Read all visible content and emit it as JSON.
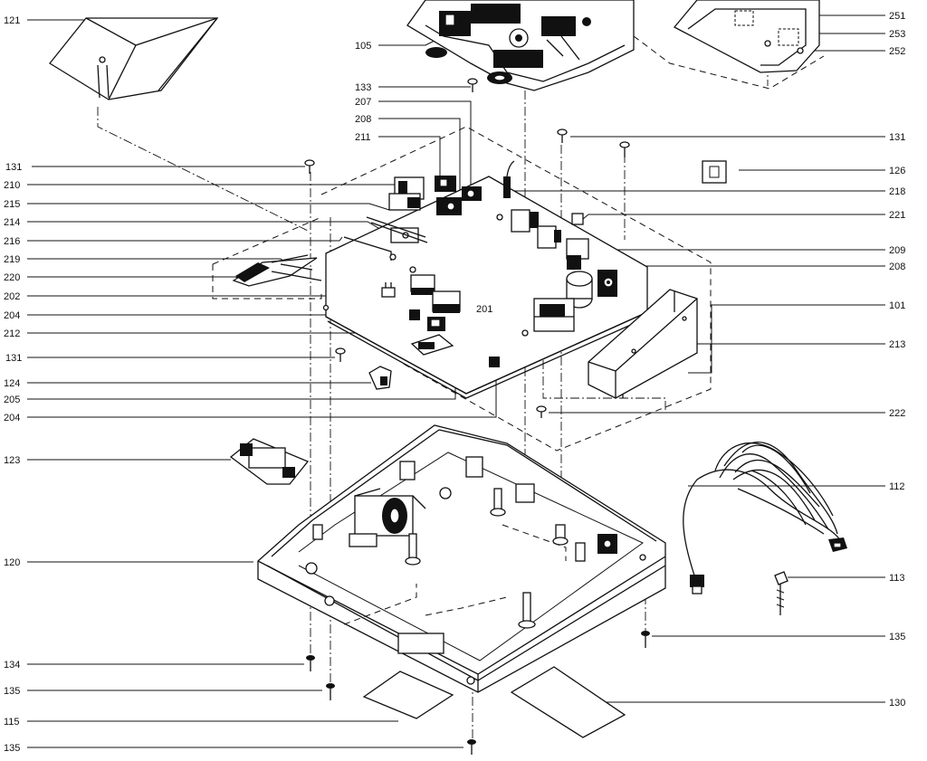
{
  "callouts": {
    "c121": "121",
    "c105": "105",
    "c251": "251",
    "c253": "253",
    "c252": "252",
    "c133": "133",
    "c207": "207",
    "c208a": "208",
    "c211": "211",
    "c131a": "131",
    "c126": "126",
    "c131b": "131",
    "c210": "210",
    "c218": "218",
    "c215": "215",
    "c221": "221",
    "c214": "214",
    "c216": "216",
    "c209": "209",
    "c219": "219",
    "c208b": "208",
    "c220": "220",
    "c202": "202",
    "c201": "201",
    "c101": "101",
    "c204a": "204",
    "c212": "212",
    "c213": "213",
    "c131c": "131",
    "c124": "124",
    "c205": "205",
    "c222": "222",
    "c204b": "204",
    "c123": "123",
    "c112": "112",
    "c120": "120",
    "c113": "113",
    "c134": "134",
    "c135a": "135",
    "c135b": "135",
    "c130": "130",
    "c115": "115",
    "c135c": "135"
  }
}
